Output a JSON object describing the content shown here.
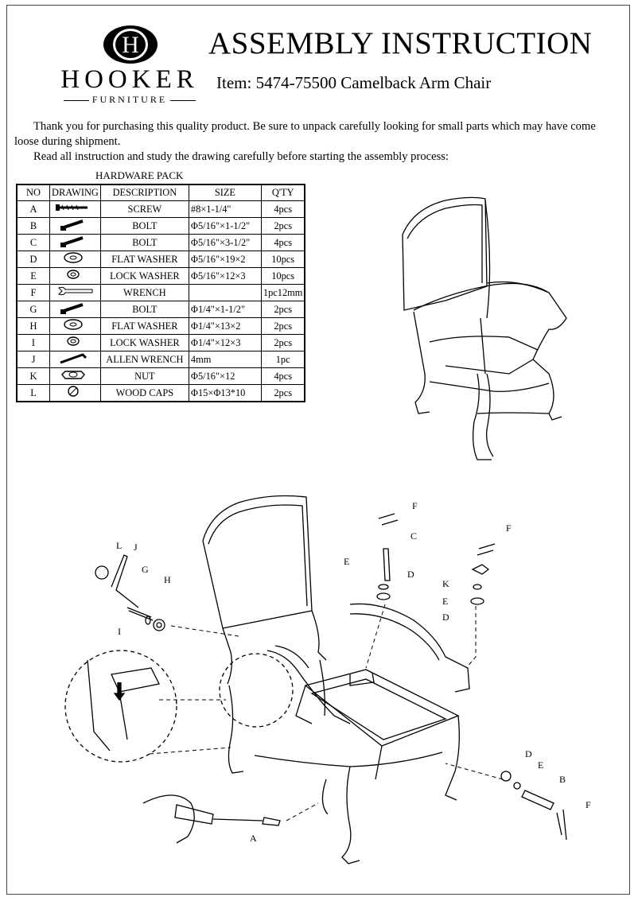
{
  "brand": {
    "name": "HOOKER",
    "sub": "FURNITURE",
    "monogram": "H"
  },
  "title": "ASSEMBLY INSTRUCTION",
  "item": "Item: 5474-75500  Camelback Arm Chair",
  "intro": [
    "Thank you for purchasing this quality product. Be sure to unpack carefully looking for small parts which may have come loose during shipment.",
    "Read all instruction and study the drawing carefully before starting the assembly process:"
  ],
  "hardware": {
    "title": "HARDWARE PACK",
    "headers": [
      "NO",
      "DRAWING",
      "DESCRIPTION",
      "SIZE",
      "Q'TY"
    ],
    "rows": [
      {
        "no": "A",
        "description": "SCREW",
        "size": "#8×1-1/4\"",
        "qty": "4pcs",
        "icon": "screw-icon"
      },
      {
        "no": "B",
        "description": "BOLT",
        "size": "Φ5/16\"×1-1/2\"",
        "qty": "2pcs",
        "icon": "bolt-icon"
      },
      {
        "no": "C",
        "description": "BOLT",
        "size": "Φ5/16\"×3-1/2\"",
        "qty": "4pcs",
        "icon": "bolt-icon"
      },
      {
        "no": "D",
        "description": "FLAT WASHER",
        "size": "Φ5/16\"×19×2",
        "qty": "10pcs",
        "icon": "flat-washer-icon"
      },
      {
        "no": "E",
        "description": "LOCK WASHER",
        "size": "Φ5/16\"×12×3",
        "qty": "10pcs",
        "icon": "lock-washer-icon"
      },
      {
        "no": "F",
        "description": "WRENCH",
        "size": "",
        "qty": "1pc",
        "size_after": "12mm",
        "icon": "wrench-icon"
      },
      {
        "no": "G",
        "description": "BOLT",
        "size": "Φ1/4\"×1-1/2\"",
        "qty": "2pcs",
        "icon": "bolt-icon"
      },
      {
        "no": "H",
        "description": "FLAT WASHER",
        "size": "Φ1/4\"×13×2",
        "qty": "2pcs",
        "icon": "flat-washer-icon"
      },
      {
        "no": "I",
        "description": "LOCK WASHER",
        "size": "Φ1/4\"×12×3",
        "qty": "2pcs",
        "icon": "lock-washer-icon"
      },
      {
        "no": "J",
        "description": "ALLEN WRENCH",
        "size": "4mm",
        "qty": "1pc",
        "icon": "allen-wrench-icon"
      },
      {
        "no": "K",
        "description": "NUT",
        "size": "Φ5/16\"×12",
        "qty": "4pcs",
        "icon": "nut-icon"
      },
      {
        "no": "L",
        "description": "WOOD CAPS",
        "size": "Φ15×Φ13*10",
        "qty": "2pcs",
        "icon": "wood-cap-icon"
      }
    ]
  },
  "callouts": [
    "L",
    "J",
    "G",
    "H",
    "I",
    "F",
    "C",
    "E",
    "D",
    "F",
    "K",
    "E",
    "D",
    "D",
    "E",
    "B",
    "F",
    "A"
  ]
}
